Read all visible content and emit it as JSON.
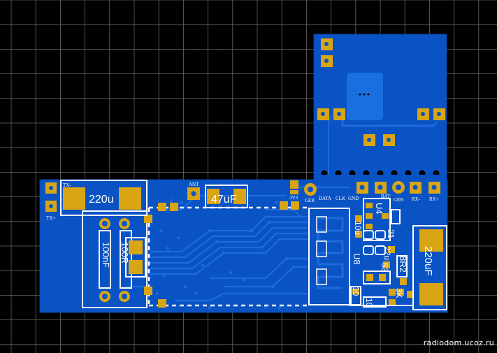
{
  "labels": {
    "tx_minus": "TX-",
    "tx_plus": "TX+",
    "cap_220u_left": "220u",
    "ant": "ANT",
    "cap_47uf": "47uF",
    "v3v3": "3V3",
    "ger_left": "GER",
    "data": "DATA",
    "clk": "CLK",
    "gnd": "GND",
    "bat": "BAT",
    "ger_right": "GER",
    "rx_minus": "RX-",
    "rx_plus": "RX+",
    "u4": "U4",
    "u8": "U8",
    "cap_220uf_right": "220uF",
    "res_100nf": "100nF",
    "res_100r": "100R",
    "r_10u": "10u",
    "r_22u": "22u",
    "r_21": "21",
    "r_10": "10",
    "r_10_b": "10",
    "r_3k": "3K",
    "r_8r": "8R2",
    "r_53": "53"
  },
  "colors": {
    "background": "#000000",
    "grid": "#9a9a9a",
    "board": "#0a53c4",
    "board_dark": "#083b92",
    "trace": "#1e6bdb",
    "pad": "#d9a514",
    "silk": "#ffffff"
  },
  "watermark": "radiodom.ucoz.ru"
}
